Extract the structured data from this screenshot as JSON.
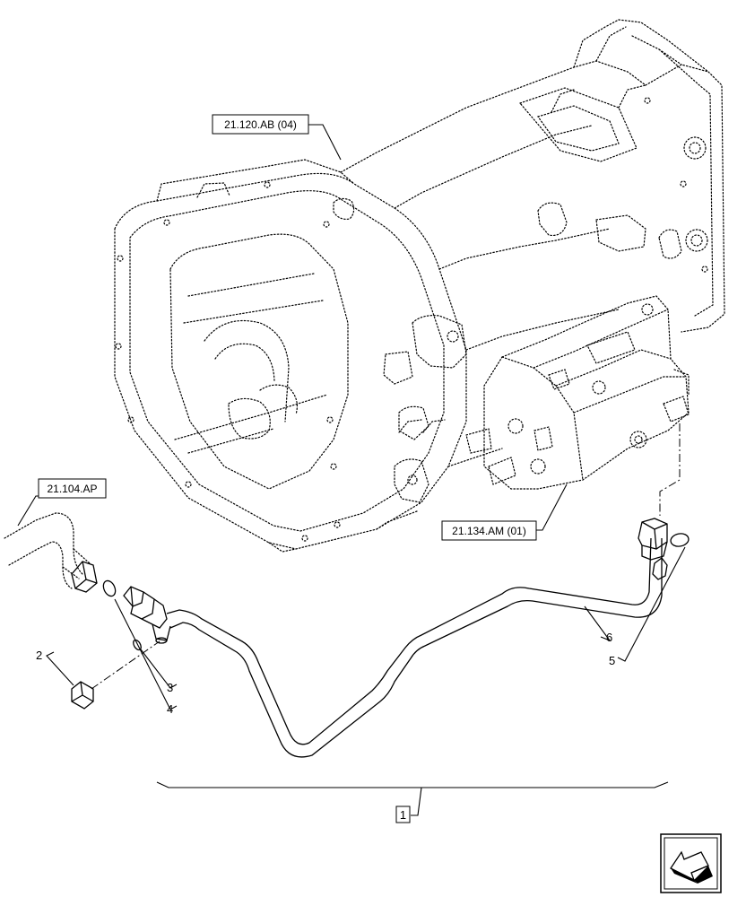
{
  "references": {
    "transmission": "21.120.AB (04)",
    "inlet_pipe": "21.104.AP",
    "valve_block": "21.134.AM (01)"
  },
  "callouts": {
    "c1": "1",
    "c2": "2",
    "c3": "3",
    "c4": "4",
    "c5": "5",
    "c6": "6"
  },
  "icons": {
    "navigation": "arrow-return-icon"
  }
}
